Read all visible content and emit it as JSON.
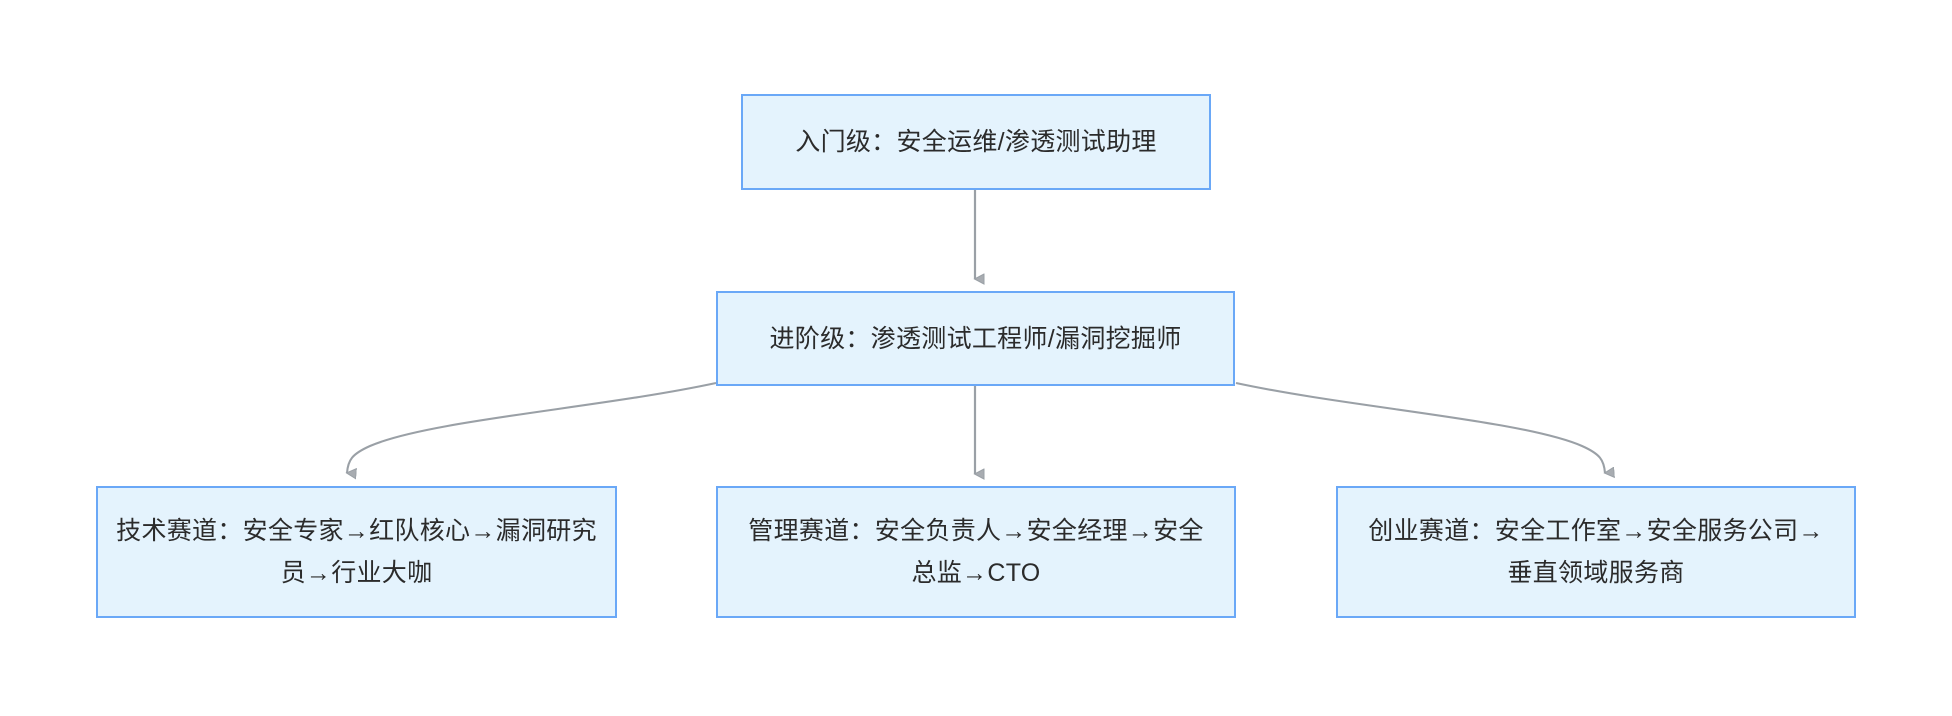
{
  "diagram": {
    "type": "flowchart",
    "direction": "top-down",
    "background_color": "#ffffff",
    "node_style": {
      "fill": "#e4f3fd",
      "border_color": "#6aa8f7",
      "text_color": "#2b2b2b"
    },
    "edge_style": {
      "line_color": "#9aa0a6",
      "arrow_color": "#a8acb1"
    },
    "nodes": [
      {
        "id": "entry",
        "label": "入门级：安全运维/渗透测试助理",
        "level": 1
      },
      {
        "id": "intermediate",
        "label": "进阶级：渗透测试工程师/漏洞挖掘师",
        "level": 2
      },
      {
        "id": "tech_track",
        "label": "技术赛道：安全专家→红队核心→漏洞研究员→行业大咖",
        "level": 3
      },
      {
        "id": "management_track",
        "label": "管理赛道：安全负责人→安全经理→安全总监→CTO",
        "level": 3
      },
      {
        "id": "startup_track",
        "label": "创业赛道：安全工作室→安全服务公司→垂直领域服务商",
        "level": 3
      }
    ],
    "edges": [
      {
        "id": "edge-entry-intermediate",
        "from": "entry",
        "to": "intermediate",
        "shape": "straight",
        "arrow": "down"
      },
      {
        "id": "edge-intermediate-tech",
        "from": "intermediate",
        "to": "tech_track",
        "shape": "curved-left",
        "arrow": "down"
      },
      {
        "id": "edge-intermediate-management",
        "from": "intermediate",
        "to": "management_track",
        "shape": "straight",
        "arrow": "down"
      },
      {
        "id": "edge-intermediate-startup",
        "from": "intermediate",
        "to": "startup_track",
        "shape": "curved-right",
        "arrow": "down"
      }
    ]
  }
}
